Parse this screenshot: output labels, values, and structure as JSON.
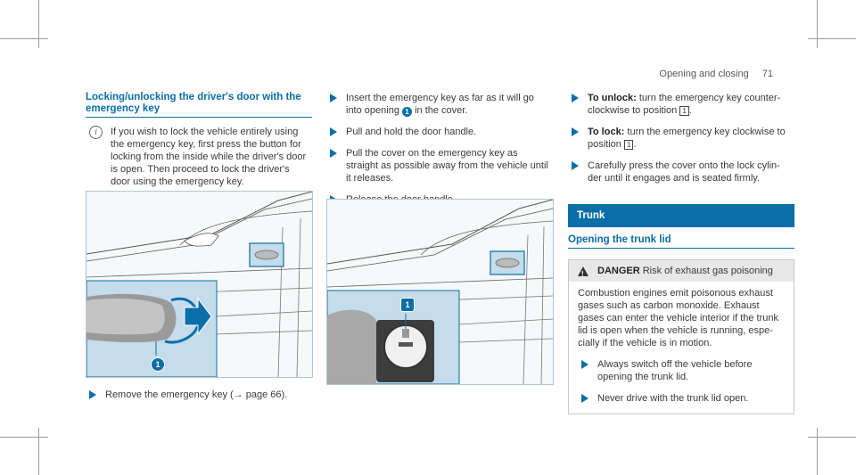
{
  "header": {
    "title": "Opening and closing",
    "page_number": "71"
  },
  "col1": {
    "heading_line1": "Locking/unlocking the driver's door with the",
    "heading_line2": "emergency key",
    "note_lines": [
      "If you wish to lock the vehicle entirely using",
      "the emergency key, first press the button for",
      "locking from the inside while the driver's door",
      "is open. Then proceed to lock the driver's",
      "door using the emergency key."
    ],
    "figure_badge": "1",
    "step_remove": "Remove the emergency key (",
    "step_remove_ref": "→ page 66",
    "step_remove_end": ")."
  },
  "col2": {
    "step_insert_a": "Insert the emergency key as far as it will go",
    "step_insert_b": "into opening",
    "step_insert_badge": "1",
    "step_insert_c": "in the cover.",
    "step_pull": "Pull and hold the door handle.",
    "step_pull_cover_1": "Pull the cover on the emergency key as",
    "step_pull_cover_2": "straight as possible away from the vehicle until",
    "step_pull_cover_3": "it releases.",
    "step_release": "Release the door handle.",
    "figure_badge": "1"
  },
  "col3": {
    "unlock_label": "To unlock:",
    "unlock_text_1": "turn the emergency key counter-",
    "unlock_text_2": "clockwise to position",
    "unlock_key": "1",
    "lock_label": "To lock:",
    "lock_text_1": "turn the emergency key clockwise to",
    "lock_text_2": "position",
    "lock_key": "1",
    "careful_1": "Carefully press the cover onto the lock cylin-",
    "careful_2": "der until it engages and is seated firmly.",
    "trunk_title": "Trunk",
    "trunk_subtitle": "Opening the trunk lid",
    "danger_label": "DANGER",
    "danger_title": "Risk of exhaust gas poisoning",
    "danger_body": [
      "Combustion engines emit poisonous exhaust",
      "gases such as carbon monoxide. Exhaust",
      "gases can enter the vehicle interior if the trunk",
      "lid is open when the vehicle is running, espe-",
      "cially if the vehicle is in motion."
    ],
    "danger_step1_a": "Always switch off the vehicle before",
    "danger_step1_b": "opening the trunk lid.",
    "danger_step2": "Never drive with the trunk lid open."
  },
  "colors": {
    "accent": "#0a6ea8",
    "figure_blue": "#c5dcea"
  },
  "icons": {
    "note": "info-icon",
    "step": "step-arrow-icon",
    "warning": "warning-triangle-icon"
  }
}
